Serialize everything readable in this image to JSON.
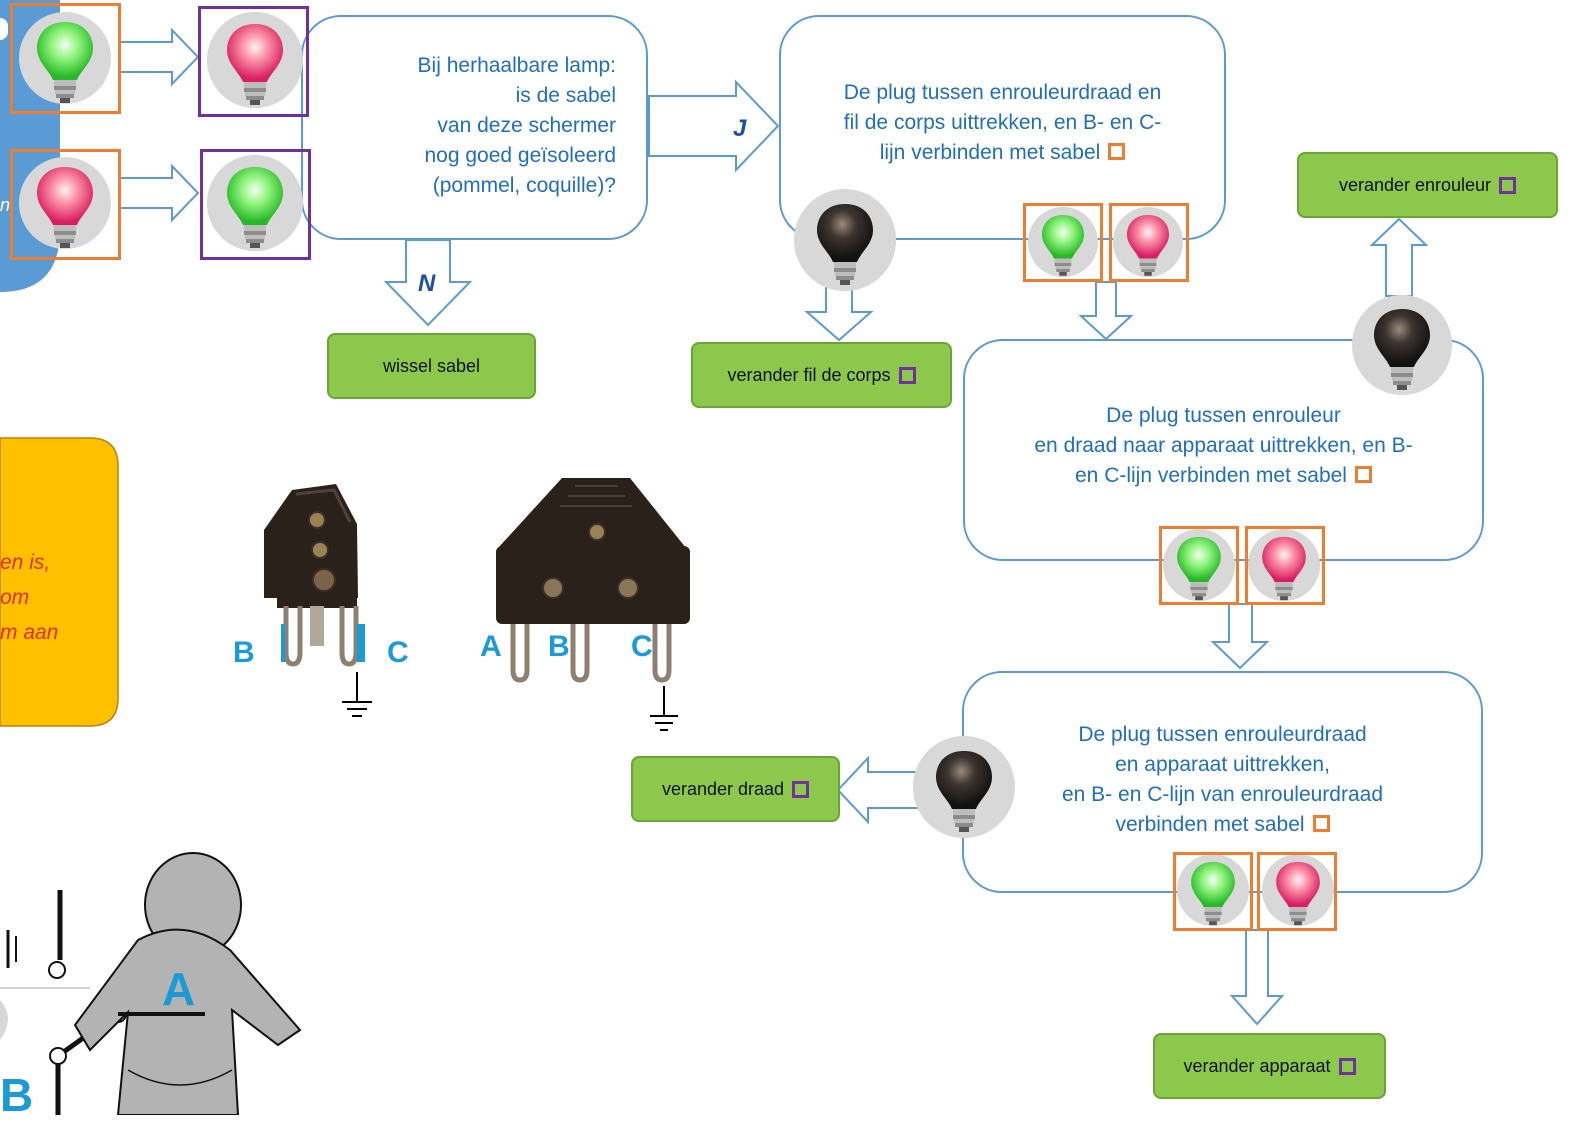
{
  "question_box": {
    "text": [
      "Bij herhaalbare lamp:",
      "is de sabel",
      "van deze schermer",
      "nog goed geïsoleerd",
      "(pommel, coquille)?"
    ]
  },
  "labels": {
    "yes": "J",
    "no": "N"
  },
  "step1_box": {
    "text": [
      "De plug tussen enrouleurdraad en",
      "fil de corps uittrekken, en B- en C-",
      "lijn verbinden met sabel"
    ]
  },
  "step2_box": {
    "text": [
      "De plug tussen enrouleur",
      "en draad naar apparaat uittrekken, en B-",
      "en C-lijn verbinden met sabel"
    ]
  },
  "step3_box": {
    "text": [
      "De plug tussen enrouleurdraad",
      "en apparaat uittrekken,",
      "en B- en C-lijn van enrouleurdraad",
      "verbinden met sabel"
    ]
  },
  "actions": {
    "wissel_sabel": "wissel sabel",
    "verander_fil": "verander fil de corps",
    "verander_enrouleur": "verander enrouleur",
    "verander_draad": "verander draad",
    "verander_apparaat": "verander apparaat"
  },
  "plug_two_pin": {
    "left": "B",
    "right": "C"
  },
  "plug_three_pin": {
    "a": "A",
    "b": "B",
    "c": "C"
  },
  "fencer_letters": {
    "a": "A",
    "b": "B"
  },
  "cropped_note": [
    "en is,",
    "om",
    "m aan"
  ],
  "cropped_left_fragment": "n",
  "colors": {
    "box_border": "#5b9bd5",
    "text_blue": "#1f6fbf",
    "action_green": "#8cc84b",
    "frame_orange": "#ed7d31",
    "frame_purple": "#7030a0",
    "note_yellow": "#ffc000",
    "left_panel_blue": "#5b9bd5"
  }
}
